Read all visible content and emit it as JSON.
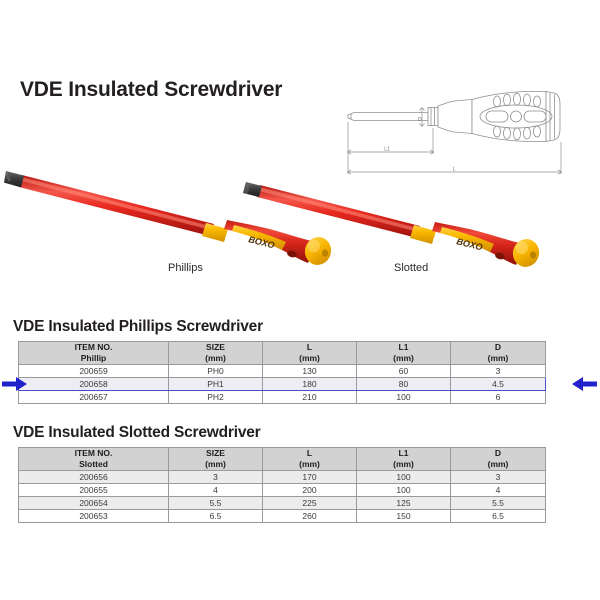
{
  "page": {
    "title": "VDE Insulated Screwdriver",
    "background_color": "#ffffff",
    "text_color": "#231f20"
  },
  "technical_drawing": {
    "name": "screwdriver-dimension-diagram",
    "dimension_labels": {
      "diameter": "D",
      "blade_length": "L1",
      "total_length": "L"
    },
    "line_color": "#8a8a8a"
  },
  "product_photos": [
    {
      "name": "phillips-screwdriver-photo",
      "caption": "Phillips",
      "brand": "BOXO",
      "shaft_color": "#e03228",
      "handle_color": "#d4261c",
      "grip_color": "#f5b700",
      "tip_color": "#3a3a3a"
    },
    {
      "name": "slotted-screwdriver-photo",
      "caption": "Slotted",
      "brand": "BOXO",
      "shaft_color": "#e03228",
      "handle_color": "#d4261c",
      "grip_color": "#f5b700",
      "tip_color": "#3a3a3a"
    }
  ],
  "sections": [
    {
      "heading": "VDE Insulated Phillips Screwdriver",
      "table": {
        "headers": [
          {
            "line1": "ITEM NO.",
            "line2": "Phillip"
          },
          {
            "line1": "SIZE",
            "line2": "(mm)"
          },
          {
            "line1": "L",
            "line2": "(mm)"
          },
          {
            "line1": "L1",
            "line2": "(mm)"
          },
          {
            "line1": "D",
            "line2": "(mm)"
          }
        ],
        "rows": [
          {
            "item_no": "200659",
            "size": "PH0",
            "l": "130",
            "l1": "60",
            "d": "3",
            "highlighted": false
          },
          {
            "item_no": "200658",
            "size": "PH1",
            "l": "180",
            "l1": "80",
            "d": "4.5",
            "highlighted": true
          },
          {
            "item_no": "200657",
            "size": "PH2",
            "l": "210",
            "l1": "100",
            "d": "6",
            "highlighted": false
          }
        ]
      }
    },
    {
      "heading": "VDE Insulated Slotted Screwdriver",
      "table": {
        "headers": [
          {
            "line1": "ITEM NO.",
            "line2": "Slotted"
          },
          {
            "line1": "SIZE",
            "line2": "(mm)"
          },
          {
            "line1": "L",
            "line2": "(mm)"
          },
          {
            "line1": "L1",
            "line2": "(mm)"
          },
          {
            "line1": "D",
            "line2": "(mm)"
          }
        ],
        "rows": [
          {
            "item_no": "200656",
            "size": "3",
            "l": "170",
            "l1": "100",
            "d": "3",
            "highlighted": false
          },
          {
            "item_no": "200655",
            "size": "4",
            "l": "200",
            "l1": "100",
            "d": "4",
            "highlighted": false
          },
          {
            "item_no": "200654",
            "size": "5.5",
            "l": "225",
            "l1": "125",
            "d": "5.5",
            "highlighted": false
          },
          {
            "item_no": "200653",
            "size": "6.5",
            "l": "260",
            "l1": "150",
            "d": "6.5",
            "highlighted": false
          }
        ]
      }
    }
  ],
  "row_markers": {
    "color": "#2222cc",
    "left_icon": "arrow-right-icon",
    "right_icon": "arrow-left-icon",
    "target_item_no": "200658"
  }
}
